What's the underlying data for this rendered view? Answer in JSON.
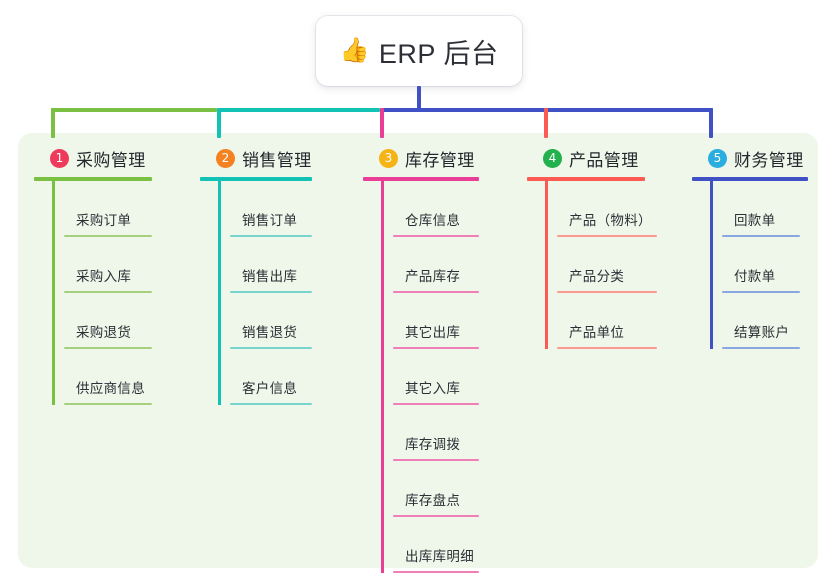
{
  "root": {
    "emoji": "👍",
    "icon_name": "thumbs-up-icon",
    "label": "ERP 后台"
  },
  "panel": {
    "background_color": "#eef7e9"
  },
  "branches": [
    {
      "index": "1",
      "title": "采购管理",
      "color": "#79c043",
      "badge_color": "#ee3b5b",
      "leaf_color": "#a6cf7e",
      "underline_width": 118,
      "leaf_underline_width": 88,
      "leaves": [
        {
          "label": "采购订单"
        },
        {
          "label": "采购入库"
        },
        {
          "label": "采购退货"
        },
        {
          "label": "供应商信息"
        }
      ]
    },
    {
      "index": "2",
      "title": "销售管理",
      "color": "#12c2b4",
      "badge_color": "#f58220",
      "leaf_color": "#77d5cd",
      "underline_width": 112,
      "leaf_underline_width": 82,
      "leaves": [
        {
          "label": "销售订单"
        },
        {
          "label": "销售出库"
        },
        {
          "label": "销售退货"
        },
        {
          "label": "客户信息"
        }
      ]
    },
    {
      "index": "3",
      "title": "库存管理",
      "color": "#ea3d96",
      "badge_color": "#f5b315",
      "leaf_color": "#ef7fb6",
      "underline_width": 116,
      "leaf_underline_width": 86,
      "leaves": [
        {
          "label": "仓库信息"
        },
        {
          "label": "产品库存"
        },
        {
          "label": "其它出库"
        },
        {
          "label": "其它入库"
        },
        {
          "label": "库存调拨"
        },
        {
          "label": "库存盘点"
        },
        {
          "label": "出库库明细"
        }
      ]
    },
    {
      "index": "4",
      "title": "产品管理",
      "color": "#fb5b52",
      "badge_color": "#22b14c",
      "leaf_color": "#fa9a92",
      "underline_width": 118,
      "leaf_underline_width": 100,
      "leaves": [
        {
          "label": "产品（物料）"
        },
        {
          "label": "产品分类"
        },
        {
          "label": "产品单位"
        }
      ]
    },
    {
      "index": "5",
      "title": "财务管理",
      "color": "#3f51c4",
      "badge_color": "#2aaee0",
      "leaf_color": "#8ba7e0",
      "underline_width": 116,
      "leaf_underline_width": 78,
      "leaves": [
        {
          "label": "回款单"
        },
        {
          "label": "付款单"
        },
        {
          "label": "结算账户"
        }
      ]
    }
  ],
  "connectors": {
    "root_stem_color": "#3f51c4",
    "bus_segments": [
      {
        "color": "#79c043",
        "from": "branch-1",
        "to": "branch-2"
      },
      {
        "color": "#12c2b4",
        "from": "branch-2",
        "to": "branch-3"
      },
      {
        "color": "#3f51c4",
        "from": "branch-3",
        "to": "branch-5"
      }
    ],
    "drop_colors": [
      "#79c043",
      "#12c2b4",
      "#ea3d96",
      "#fb5b52",
      "#3f51c4"
    ]
  }
}
